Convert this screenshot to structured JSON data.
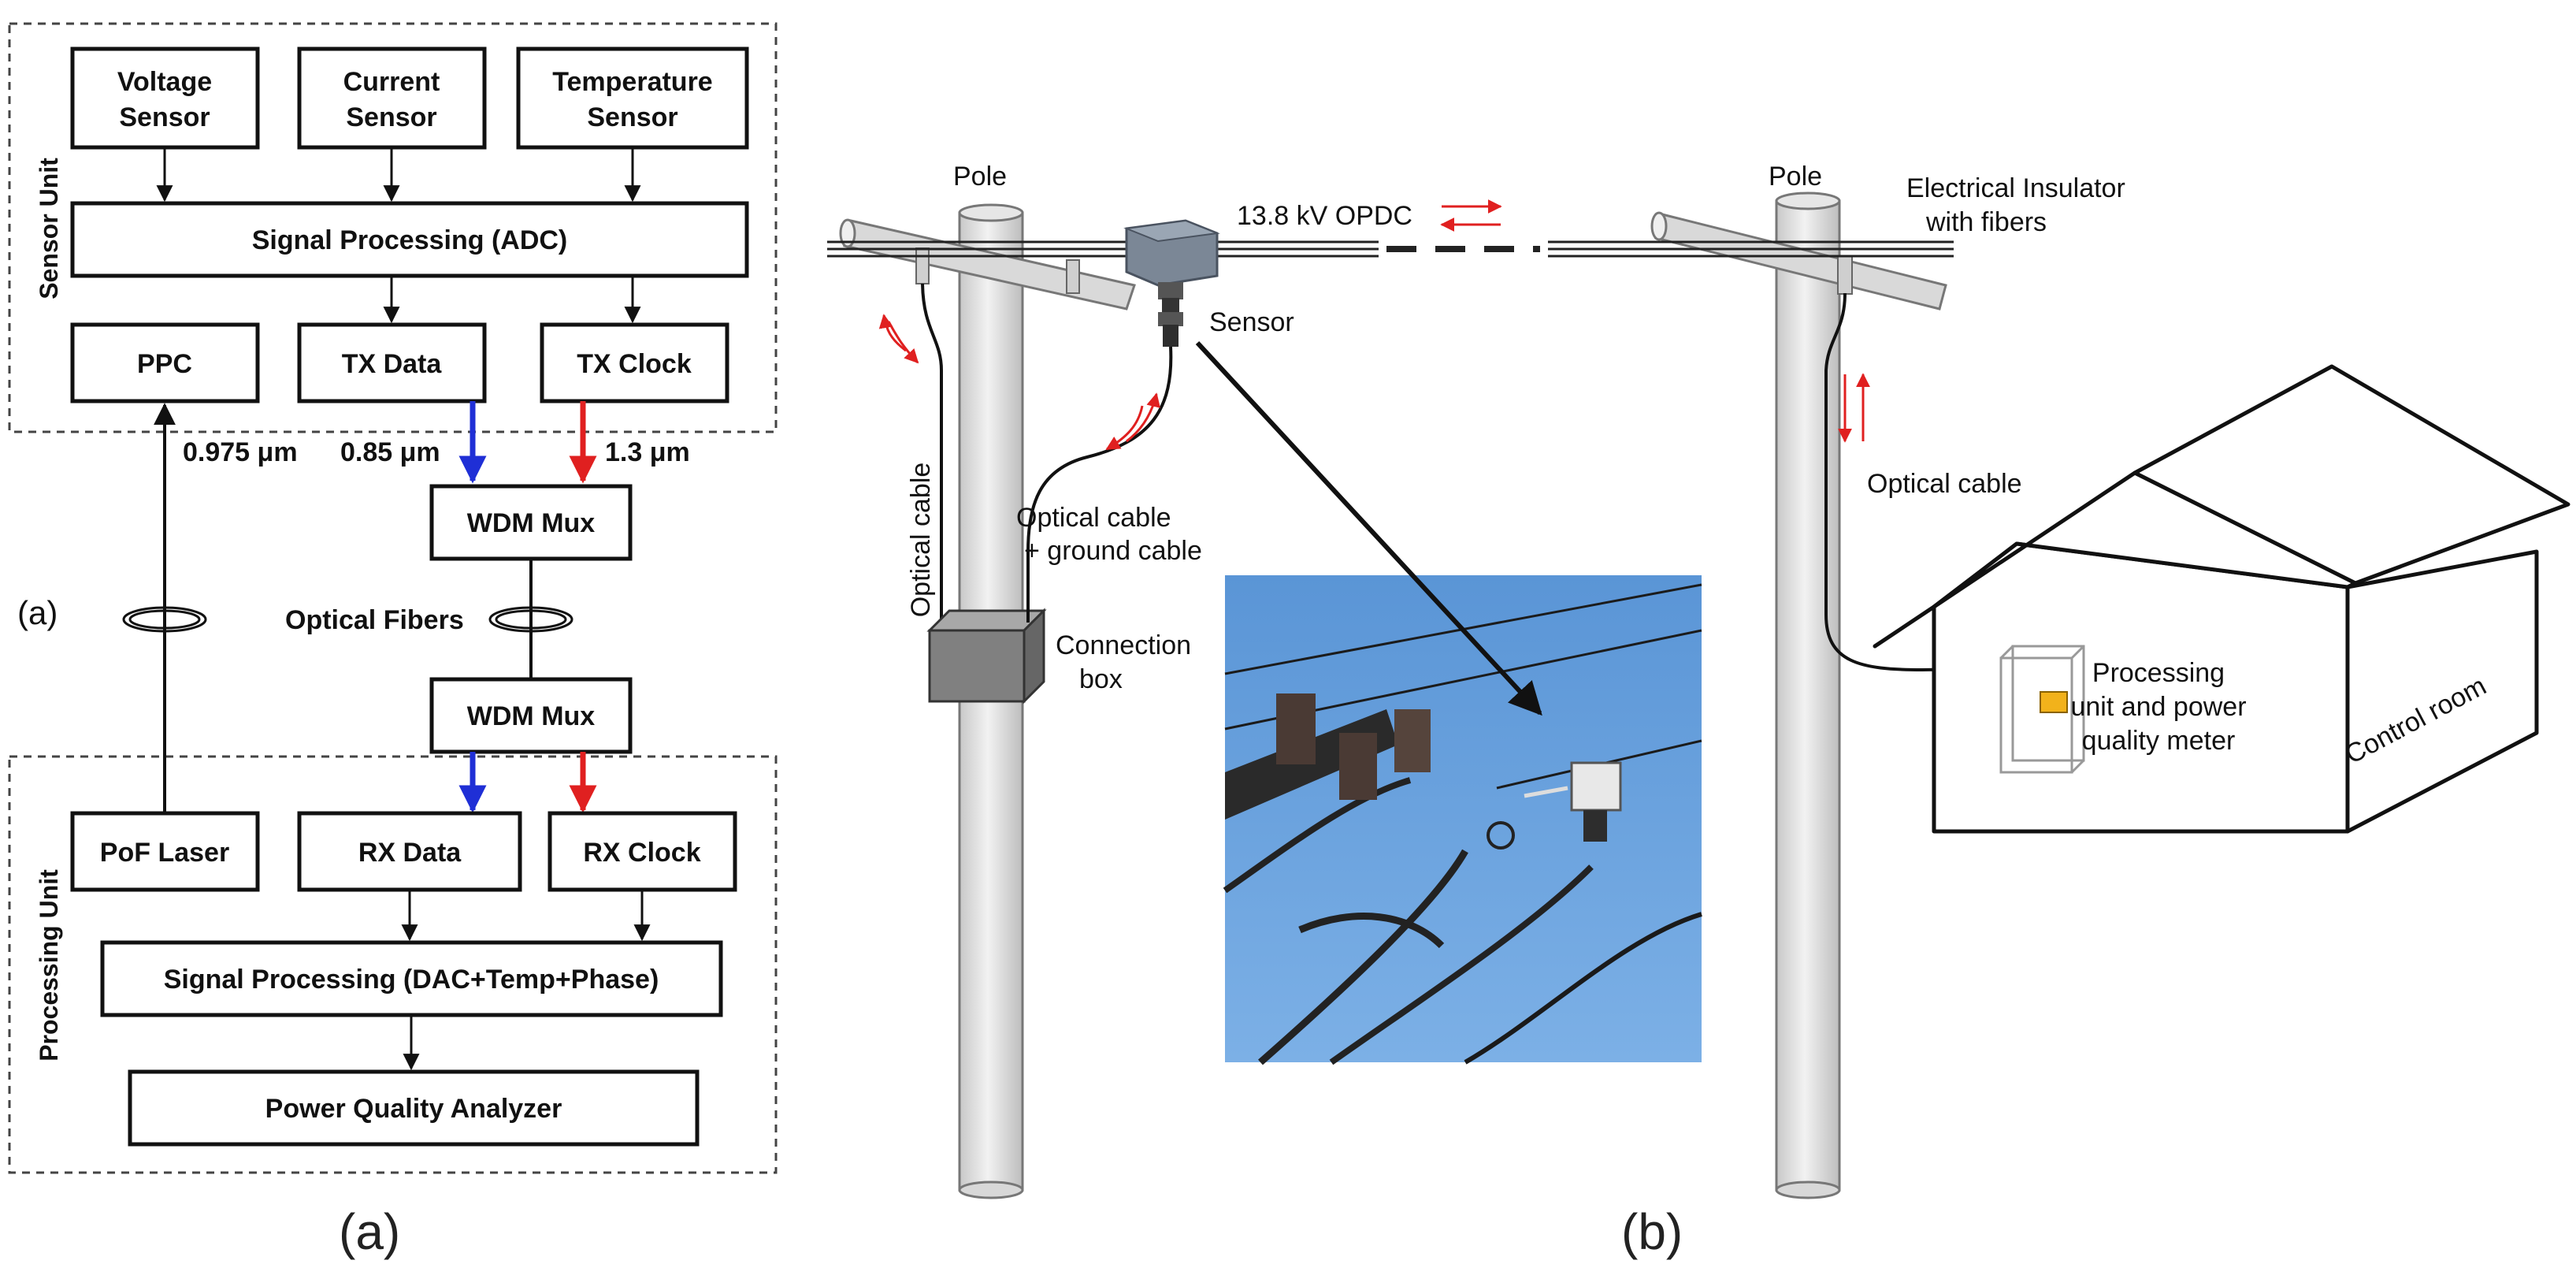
{
  "panel_a": {
    "sensor_unit_label": "Sensor Unit",
    "processing_unit_label": "Processing Unit",
    "side_label": "(a)",
    "voltage_sensor": [
      "Voltage",
      "Sensor"
    ],
    "current_sensor": [
      "Current",
      "Sensor"
    ],
    "temperature_sensor": [
      "Temperature",
      "Sensor"
    ],
    "signal_processing_adc": "Signal Processing (ADC)",
    "ppc": "PPC",
    "tx_data": "TX Data",
    "tx_clock": "TX Clock",
    "wl_laser": "0.975 μm",
    "wl_data": "0.85 μm",
    "wl_clock": "1.3 μm",
    "wdm_mux_top": "WDM Mux",
    "optical_fibers": "Optical Fibers",
    "wdm_mux_bottom": "WDM Mux",
    "pof_laser": "PoF Laser",
    "rx_data": "RX Data",
    "rx_clock": "RX Clock",
    "signal_processing_dac": "Signal Processing (DAC+Temp+Phase)",
    "power_quality_analyzer": "Power Quality Analyzer",
    "caption": "(a)",
    "colors": {
      "data": "#1f2fd6",
      "clock": "#e02020"
    }
  },
  "panel_b": {
    "pole_left": "Pole",
    "pole_right": "Pole",
    "line_label": "13.8 kV OPDC",
    "insulator": [
      "Electrical Insulator",
      "with fibers"
    ],
    "sensor": "Sensor",
    "optical_cable_vertical": "Optical cable",
    "optical_ground": [
      "Optical cable",
      "+ ground cable"
    ],
    "connection_box": [
      "Connection",
      "box"
    ],
    "optical_cable_right": "Optical cable",
    "processing_unit": [
      "Processing",
      "unit and power",
      "quality meter"
    ],
    "control_room": "Control room",
    "caption": "(b)",
    "colors": {
      "arrows": "#e02020",
      "sky": "#6aa2de"
    }
  }
}
